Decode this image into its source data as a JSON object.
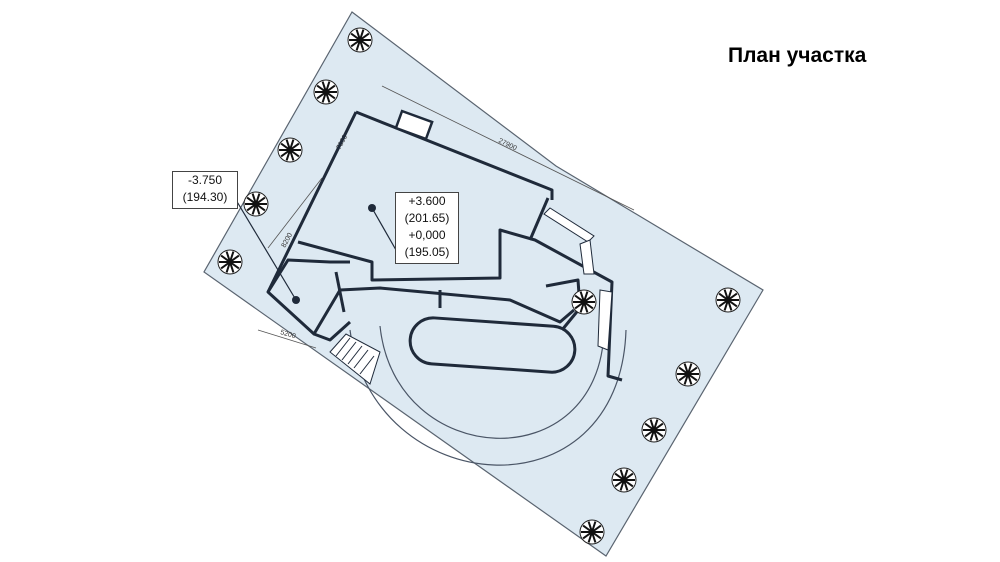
{
  "title": "План участка",
  "elevations": {
    "lower": {
      "value": "-3.750",
      "absolute": "(194.30)"
    },
    "upper": {
      "value_1": "+3.600",
      "absolute_1": "(201.65)",
      "value_2": "+0,000",
      "absolute_2": "(195.05)"
    }
  },
  "dimensions": {
    "top_edge": "27900",
    "house_top": "7300",
    "house_left": "8200",
    "bottom_left": "5200"
  },
  "colors": {
    "site_fill": "#dde9f2",
    "wall": "#1f2a3a",
    "outline": "#5a6470"
  },
  "icons": {
    "tree": "tree-icon",
    "stairs": "stairs-icon"
  }
}
